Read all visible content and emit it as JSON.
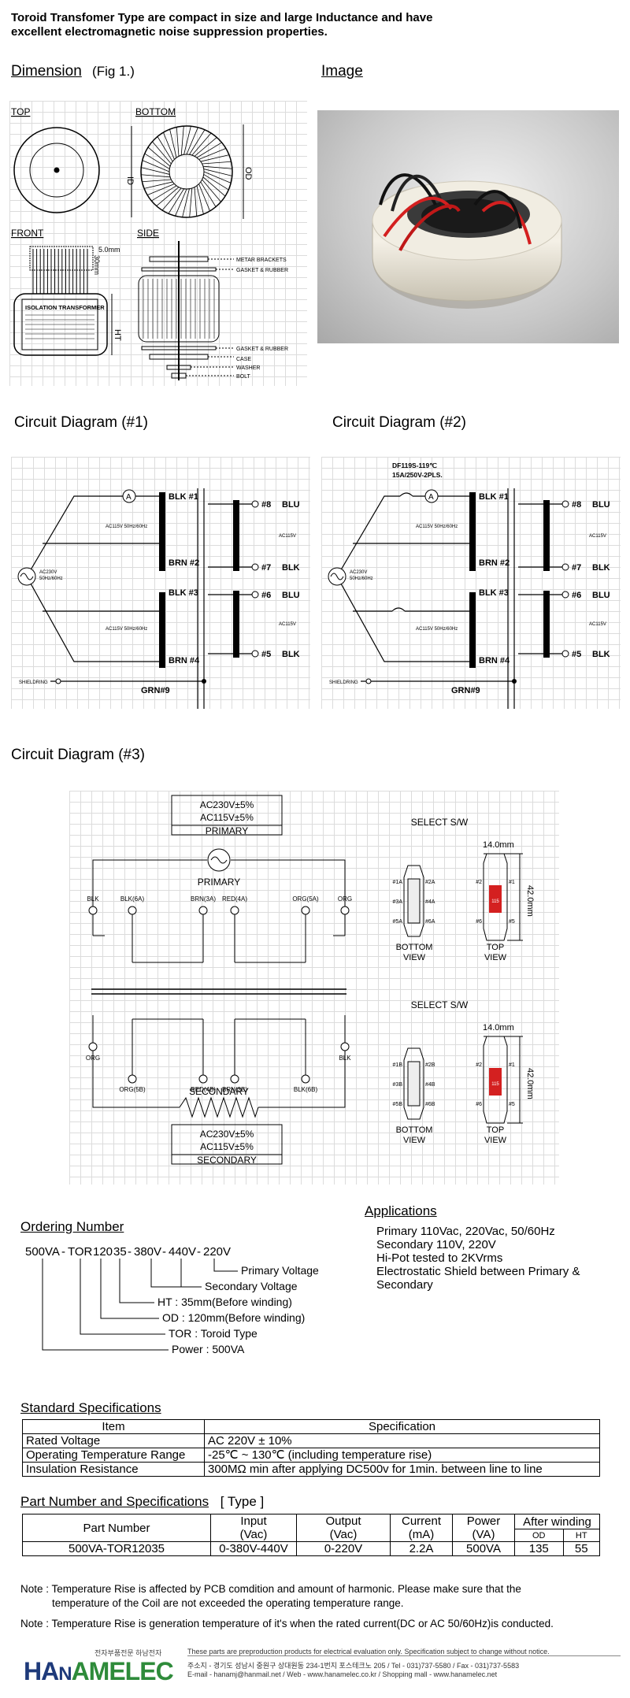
{
  "intro": {
    "line1": "Toroid Transfomer Type are compact in size and large Inductance and have",
    "line2": "excellent electromagnetic noise suppression properties."
  },
  "dimension": {
    "heading": "Dimension",
    "fig": "(Fig 1.)",
    "top": "TOP",
    "bottom": "BOTTOM",
    "front": "FRONT",
    "side": "SIDE",
    "id": "ID",
    "od": "OD",
    "ht": "HT",
    "dim_5mm": "5.0mm",
    "dim_30mm": "30mm",
    "nameplate": "ISOLATION TRANSFORMER",
    "side_labels": [
      "METAR BRACKETS",
      "GASKET & RUBBER",
      "GASKET & RUBBER",
      "CASE",
      "WASHER",
      "BOLT"
    ]
  },
  "image": {
    "heading": "Image"
  },
  "circuit1": {
    "heading": "Circuit Diagram (#1)",
    "pri": [
      "BLK #1",
      "BRN #2",
      "BLK #3",
      "BRN #4"
    ],
    "sec": [
      "#8",
      "BLU",
      "#7",
      "BLK",
      "#6",
      "BLU",
      "#5",
      "BLK"
    ],
    "ac115_primary": "AC115V 50Hz/60Hz",
    "ac115_sec": "AC115V",
    "source": "AC230V",
    "source_freq": "50Hz/60Hz",
    "shield": "SHIELDRING",
    "grn": "GRN#9",
    "ammeter": "A"
  },
  "circuit2": {
    "heading": "Circuit Diagram  (#2)",
    "fuse_line1": "DF119S-119℃",
    "fuse_line2": "15A/250V-2PLS."
  },
  "circuit3": {
    "heading": "Circuit Diagram  (#3)",
    "ac230": "AC230V±5%",
    "ac115": "AC115V±5%",
    "primary": "PRIMARY",
    "secondary": "SECONDARY",
    "select": "SELECT S/W",
    "dim_14": "14.0mm",
    "dim_42": "42.0mm",
    "bottom_view": [
      "BOTTOM",
      "VIEW"
    ],
    "top_view": [
      "TOP",
      "VIEW"
    ],
    "pri_terms": [
      "BLK",
      "BLK(6A)",
      "BRN(3A)",
      "RED(4A)",
      "ORG(5A)",
      "ORG"
    ],
    "sec_terms": [
      "ORG",
      "ORG(5B)",
      "RED(4B)",
      "BRN(3B)",
      "BLK(6B)",
      "BLK"
    ],
    "sw_a_left": [
      "#1A",
      "#3A",
      "#5A"
    ],
    "sw_a_right": [
      "#2A",
      "#4A",
      "#6A"
    ],
    "sw_b_left": [
      "#1B",
      "#3B",
      "#5B"
    ],
    "sw_b_right": [
      "#2B",
      "#4B",
      "#6B"
    ],
    "sw_top_left": [
      "#2",
      "#6"
    ],
    "sw_top_right": [
      "#1",
      "#5"
    ],
    "sw_red_label": "115"
  },
  "applications": {
    "heading": "Applications",
    "lines": [
      "Primary 110Vac, 220Vac, 50/60Hz",
      "Secondary 110V, 220V",
      "Hi-Pot tested to 2KVrms",
      "Electrostatic Shield between Primary &",
      "Secondary"
    ]
  },
  "ordering": {
    "heading": "Ordering Number",
    "code": [
      "500VA",
      "TOR",
      "120",
      "35",
      "380V",
      "440V",
      "220V"
    ],
    "labels": [
      "Primary Voltage",
      "Secondary Voltage",
      "HT : 35mm(Before winding)",
      "OD : 120mm(Before winding)",
      "TOR : Toroid Type",
      "Power : 500VA"
    ]
  },
  "standard": {
    "heading": "Standard Specifications",
    "headers": [
      "Item",
      "Specification"
    ],
    "rows": [
      [
        "Rated Voltage",
        "AC 220V ± 10%"
      ],
      [
        "Operating Temperature Range",
        "-25℃ ~ 130℃ (including temperature rise)"
      ],
      [
        "Insulation Resistance",
        "300MΩ min after applying DC500v for 1min. between line to line"
      ]
    ]
  },
  "partnumber": {
    "heading": "Part Number and Specifications",
    "type": "[ Type ]",
    "headers": [
      "Part  Number",
      "Input",
      "(Vac)",
      "Output",
      "(Vac)",
      "Current",
      "(mA)",
      "Power",
      "(VA)",
      "After winding",
      "OD",
      "HT"
    ],
    "row": [
      "500VA-TOR12035",
      "0-380V-440V",
      "0-220V",
      "2.2A",
      "500VA",
      "135",
      "55"
    ]
  },
  "notes": [
    "Note : Temperature Rise is affected by PCB comdition and amount of harmonic. Please make sure that the",
    "temperature of the Coil are not exceeded the operating temperature range.",
    "Note : Temperature Rise is generation temperature of it's when the rated current(DC or AC 50/60Hz)is conducted."
  ],
  "footer": {
    "logo_ha": "HA",
    "logo_n": "N",
    "logo_amelec": "AMELEC",
    "korean": "전자부품전문 하남전자",
    "disclaimer": "These parts are preproduction products for electrical evaluation only. Specification subject to change without notice.",
    "address": "주소지 - 경기도 성남시 중원구 상대원동 234-1번지 포스테크노 205  /  Tel - 031)737-5580  /  Fax - 031)737-5583",
    "contact": "E-mail - hanamj@hanmail.net  /  Web - www.hanamelec.co.kr  /  Shopping mall - www.hanamelec.net"
  },
  "colors": {
    "logo_blue": "#1e3a7a",
    "logo_green": "#2e8b3a",
    "switch_red": "#d42020"
  }
}
